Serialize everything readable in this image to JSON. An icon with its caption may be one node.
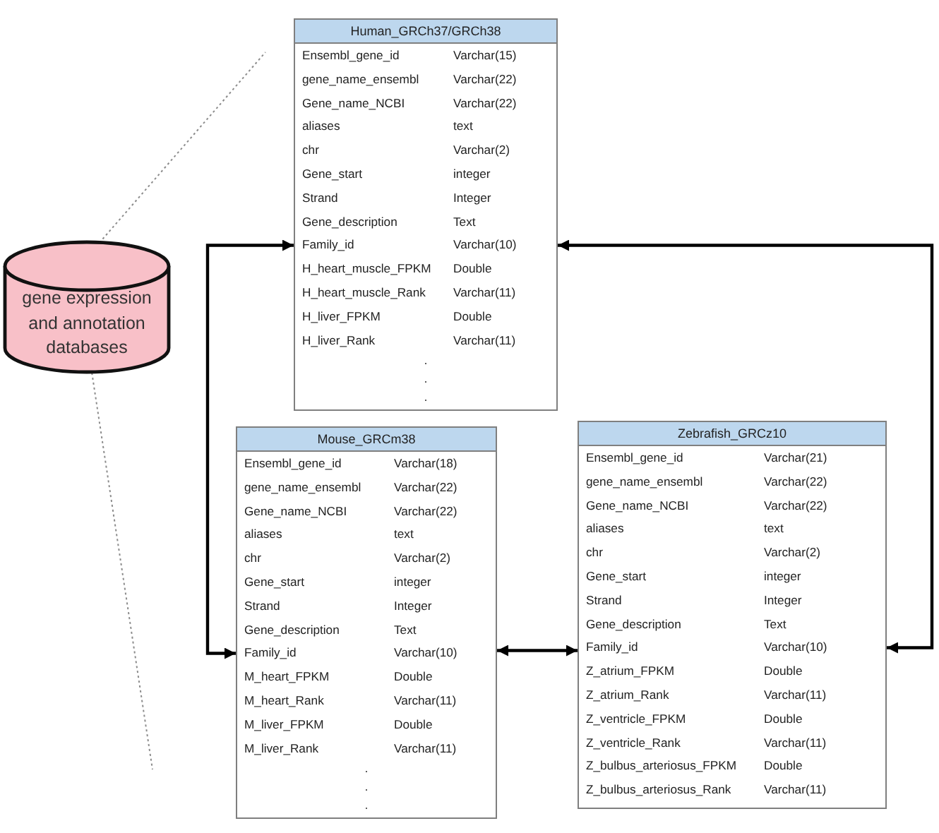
{
  "diagram": {
    "nodes": [
      {
        "text": [
          "gene expression and annotation databases"
        ]
      },
      {
        "text": [
          "Human_GRCh37/GRCh38",
          "Ensembl_gene_id",
          "Varchar(15)",
          "gene_name_ensembl",
          "Varchar(22)",
          "Gene_name_NCBI",
          "Varchar(22)",
          "aliases",
          "text",
          "chr",
          "Varchar(2)",
          "Gene_start",
          "integer",
          "Strand",
          "Integer",
          "Gene_description",
          "Text",
          "Family_id",
          "Varchar(10)",
          "H_heart_muscle_FPKM",
          "Double",
          "H_heart_muscle_Rank",
          "Varchar(11)",
          "H_liver_FPKM",
          "Double",
          "H_liver_Rank",
          "Varchar(11)",
          ". . ."
        ]
      },
      {
        "text": [
          "Mouse_GRCm38",
          "Ensembl_gene_id",
          "Varchar(18)",
          "gene_name_ensembl",
          "Varchar(22)",
          "Gene_name_NCBI",
          "Varchar(22)",
          "aliases",
          "text",
          "chr",
          "Varchar(2)",
          "Gene_start",
          "integer",
          "Strand",
          "Integer",
          "Gene_description",
          "Text",
          "Family_id",
          "Varchar(10)",
          "M_heart_FPKM",
          "Double",
          "M_heart_Rank",
          "Varchar(11)",
          "M_liver_FPKM",
          "Double",
          "M_liver_Rank",
          "Varchar(11)",
          ". . ."
        ]
      },
      {
        "text": [
          "Zebrafish_GRCz10",
          "Ensembl_gene_id",
          "Varchar(21)",
          "gene_name_ensembl",
          "Varchar(22)",
          "Gene_name_NCBI",
          "Varchar(22)",
          "aliases",
          "text",
          "chr",
          "Varchar(2)",
          "Gene_start",
          "integer",
          "Strand",
          "Integer",
          "Gene_description",
          "Text",
          "Family_id",
          "Varchar(10)",
          "Z_atrium_FPKM",
          "Double",
          "Z_atrium_Rank",
          "Varchar(11)",
          "Z_ventricle_FPKM",
          "Double",
          "Z_ventricle_Rank",
          "Varchar(11)",
          "Z_bulbus_arteriosus_FPKM",
          "Double",
          "Z_bulbus_arteriosus_Rank",
          "Varchar(11)"
        ]
      }
    ],
    "edges": [
      {
        "from": 0,
        "to": null,
        "arrow": "none",
        "style": "dashed",
        "color": "#8c8c8c"
      },
      {
        "from": 0,
        "to": null,
        "arrow": "none",
        "style": "dashed",
        "color": "#8c8c8c"
      },
      {
        "from": 1,
        "to": 2,
        "arrow": "both"
      },
      {
        "from": 1,
        "to": 3,
        "arrow": "both"
      },
      {
        "from": 2,
        "to": 3,
        "arrow": "both"
      }
    ]
  }
}
